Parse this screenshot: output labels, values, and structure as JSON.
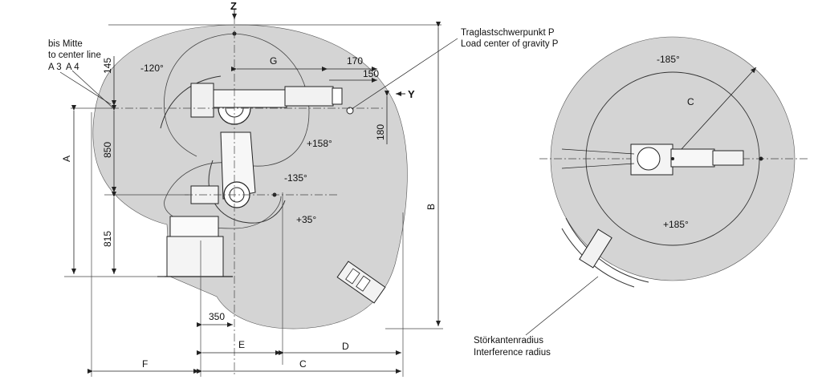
{
  "side_view": {
    "axis_z": "Z",
    "axis_y": "Y",
    "note_axis_center": [
      "bis Mitte",
      "to center line",
      "A 3",
      "A 4"
    ],
    "dim_145": "145",
    "dim_850": "850",
    "dim_815": "815",
    "dim_A": "A",
    "dim_B": "B",
    "dim_G": "G",
    "dim_170": "170",
    "dim_150": "150",
    "dim_180": "180",
    "dim_350": "350",
    "dim_E": "E",
    "dim_D": "D",
    "dim_F": "F",
    "dim_C": "C",
    "angle_a2_back": "-120°",
    "angle_a3_up": "+158°",
    "angle_a3_down": "-135°",
    "angle_a2_fwd": "+35°"
  },
  "top_view": {
    "angle_neg": "-185°",
    "angle_pos": "+185°",
    "dim_C": "C"
  },
  "callouts": {
    "load_center": [
      "Traglastschwerpunkt P",
      "Load center of gravity P"
    ],
    "interference": [
      "Störkantenradius",
      "Interference radius"
    ]
  },
  "colors": {
    "envelope": "#d4d4d4",
    "line": "#222222"
  }
}
